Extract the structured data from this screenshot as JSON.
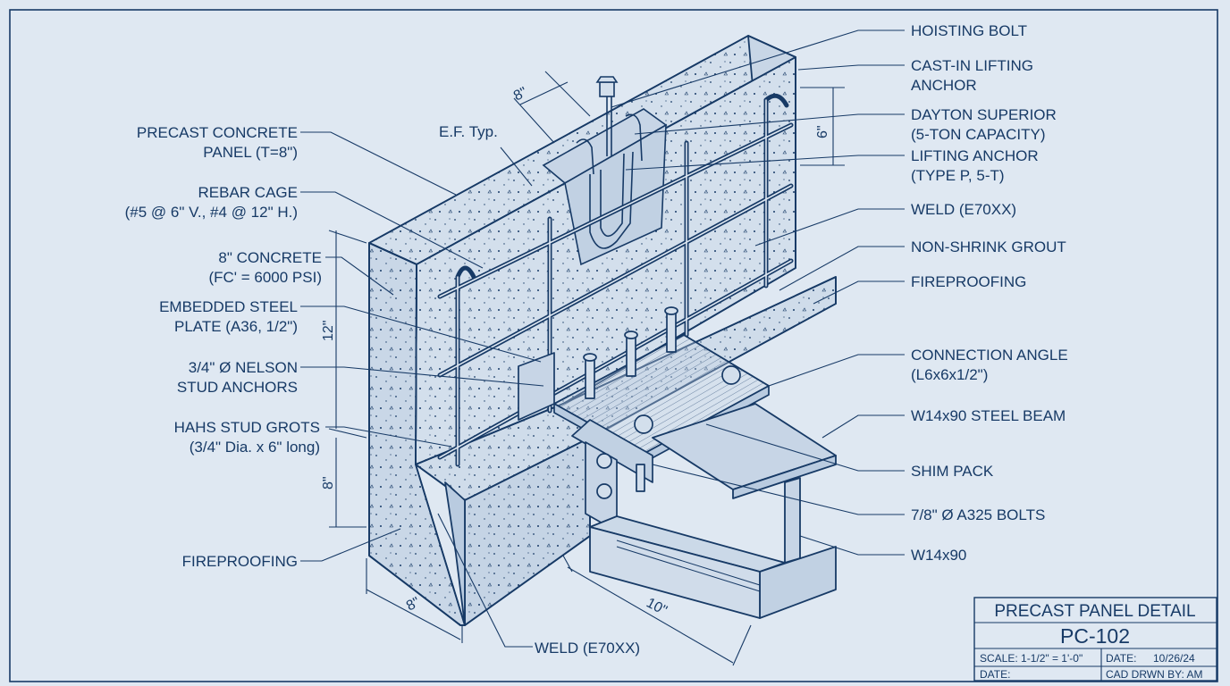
{
  "colors": {
    "paper": "#dfe8f2",
    "ink": "#173a66",
    "concrete": "#d3dfec",
    "steel": "#c7d5e6"
  },
  "left_labels": [
    {
      "lines": [
        "PRECAST CONCRETE",
        "PANEL (T=8\")"
      ]
    },
    {
      "lines": [
        "REBAR CAGE",
        "(#5 @ 6\" V., #4 @ 12\" H.)"
      ]
    },
    {
      "lines": [
        "8\" CONCRETE",
        "(FC' = 6000 PSI)"
      ]
    },
    {
      "lines": [
        "EMBEDDED STEEL",
        "PLATE (A36, 1/2\")"
      ]
    },
    {
      "lines": [
        "3/4\" Ø NELSON",
        "STUD ANCHORS"
      ]
    },
    {
      "lines": [
        "HAHS STUD GROTS",
        "(3/4\" Dia. x 6\" long)"
      ]
    },
    {
      "lines": [
        "FIREPROOFING"
      ]
    }
  ],
  "right_labels": [
    {
      "lines": [
        "HOISTING BOLT"
      ]
    },
    {
      "lines": [
        "CAST-IN LIFTING",
        "ANCHOR"
      ]
    },
    {
      "lines": [
        "DAYTON SUPERIOR",
        "(5-TON CAPACITY)"
      ]
    },
    {
      "lines": [
        "LIFTING ANCHOR",
        "(TYPE P, 5-T)"
      ]
    },
    {
      "lines": [
        "WELD (E70XX)"
      ]
    },
    {
      "lines": [
        "NON-SHRINK GROUT"
      ]
    },
    {
      "lines": [
        "FIREPROOFING"
      ]
    },
    {
      "lines": [
        "CONNECTION ANGLE",
        "(L6x6x1/2\")"
      ]
    },
    {
      "lines": [
        "W14x90 STEEL BEAM"
      ]
    },
    {
      "lines": [
        "SHIM PACK"
      ]
    },
    {
      "lines": [
        "7/8\" Ø A325 BOLTS"
      ]
    },
    {
      "lines": [
        "W14x90"
      ]
    }
  ],
  "bottom_label": "WELD (E70XX)",
  "ef_label": "E.F. Typ.",
  "dimensions": {
    "top_8": "8\"",
    "right_6": "6\"",
    "left_12": "12\"",
    "left_8": "8\"",
    "bottom_8": "8\"",
    "bottom_10": "10\""
  },
  "title_block": {
    "title": "PRECAST PANEL DETAIL",
    "number": "PC-102",
    "scale": "SCALE: 1-1/2\" = 1'-0\"",
    "date_label": "DATE:",
    "date_value": "10/26/24",
    "date2": "DATE:",
    "drawn_by": "CAD DRWN BY: AM"
  }
}
